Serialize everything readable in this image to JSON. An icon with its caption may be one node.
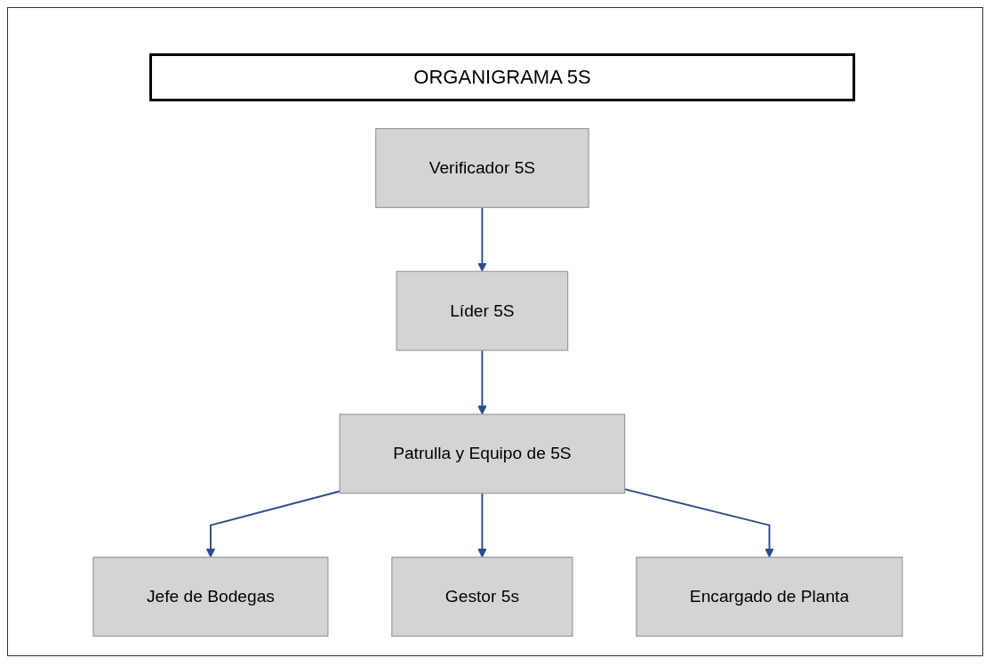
{
  "diagram": {
    "title": "ORGANIGRAMA 5S",
    "nodes": [
      {
        "text": [
          "Líder 5S"
        ]
      },
      {
        "text": [
          "Verificador 5S"
        ]
      },
      {
        "text": [
          "Patrulla y Equipo de 5S"
        ]
      },
      {
        "text": [
          "Jefe de Bodegas"
        ]
      },
      {
        "text": [
          "Gestor 5s"
        ]
      },
      {
        "text": [
          "Encargado de Planta"
        ]
      }
    ],
    "edges": [
      {
        "from": 1,
        "to": 0,
        "arrow": "to"
      },
      {
        "from": 0,
        "to": 2,
        "arrow": "to"
      },
      {
        "from": 2,
        "to": 3,
        "arrow": "to"
      },
      {
        "from": 2,
        "to": 4,
        "arrow": "to"
      },
      {
        "from": 2,
        "to": 5,
        "arrow": "to"
      }
    ]
  }
}
